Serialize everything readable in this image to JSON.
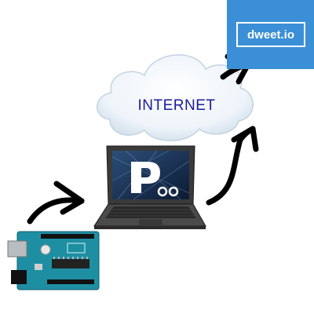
{
  "nodes": {
    "service": {
      "label": "dweet.io",
      "color": "#3b8fd6"
    },
    "network": {
      "label": "INTERNET",
      "text_color": "#1c1c9a"
    },
    "computer": {
      "screen_logo": "P"
    },
    "board": {
      "color": "#1e8fa3"
    }
  },
  "edges": [
    {
      "from": "board",
      "to": "computer"
    },
    {
      "from": "computer",
      "to": "network"
    },
    {
      "from": "network",
      "to": "service"
    }
  ]
}
